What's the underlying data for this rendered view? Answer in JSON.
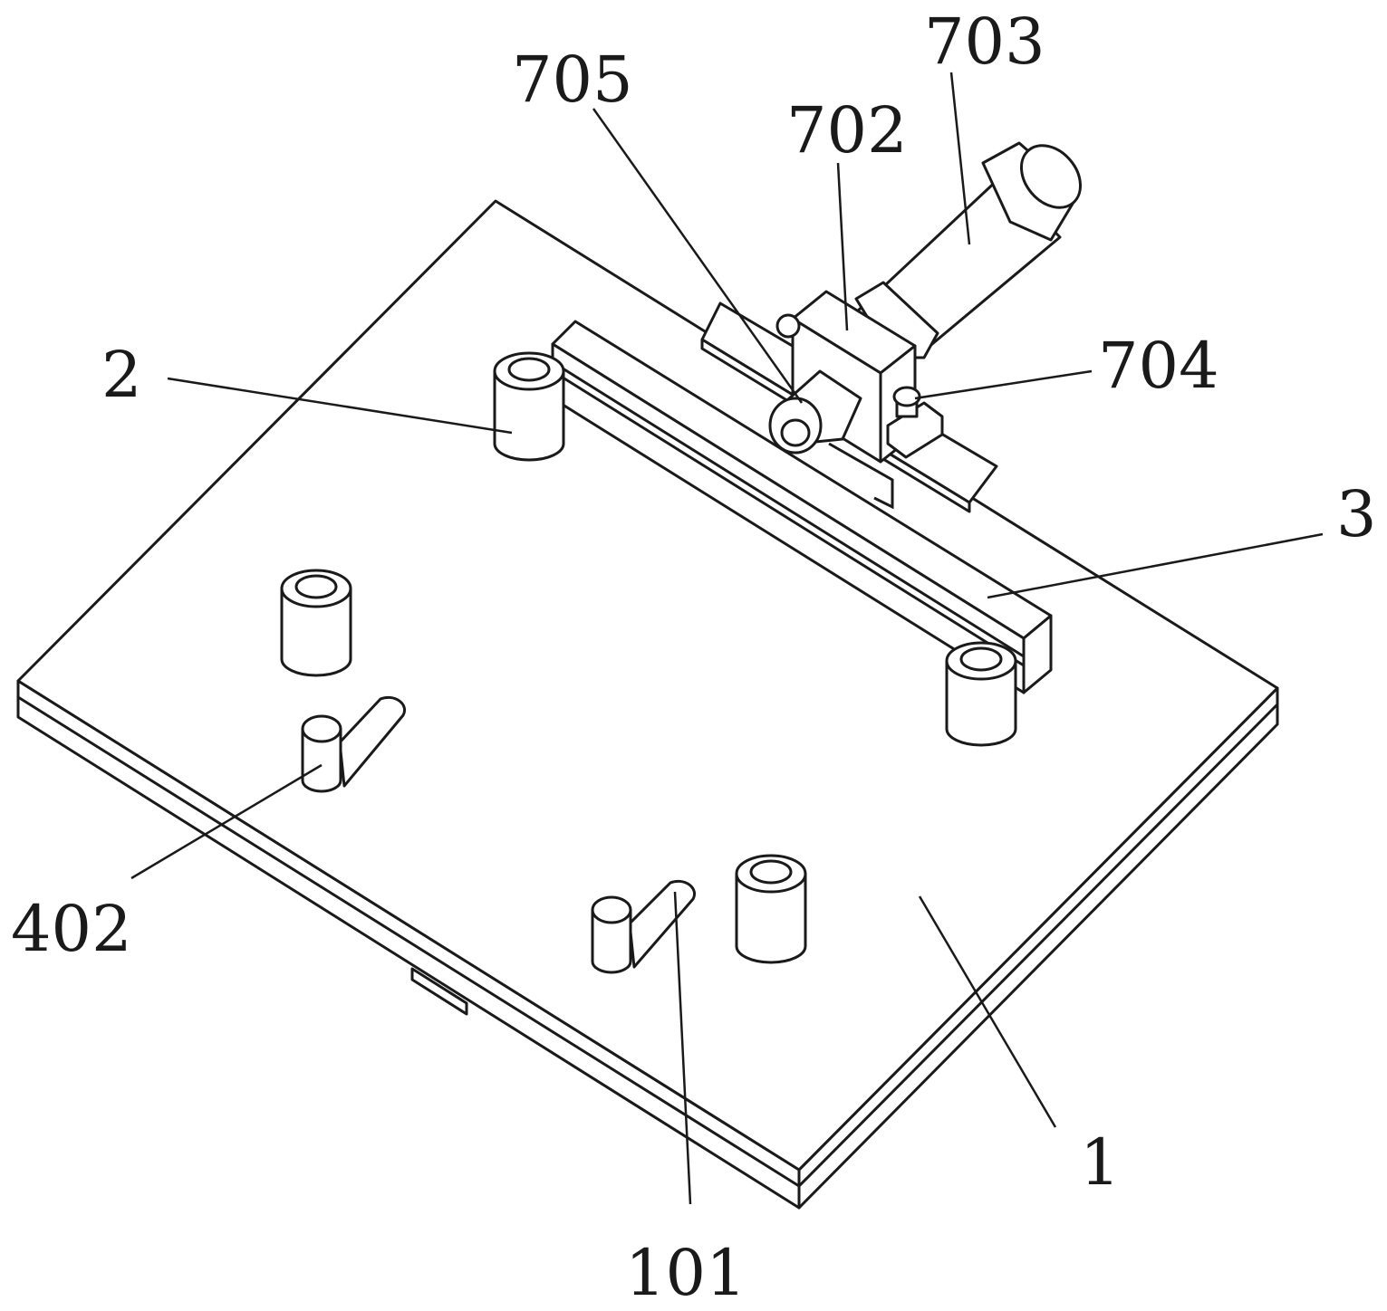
{
  "figure": {
    "type": "patent-drawing",
    "labels": {
      "l703": "703",
      "l705": "705",
      "l702": "702",
      "l704": "704",
      "l2": "2",
      "l3": "3",
      "l402": "402",
      "l1": "1",
      "l101": "101"
    },
    "line_color": "#1a1a1a",
    "background": "#ffffff"
  }
}
